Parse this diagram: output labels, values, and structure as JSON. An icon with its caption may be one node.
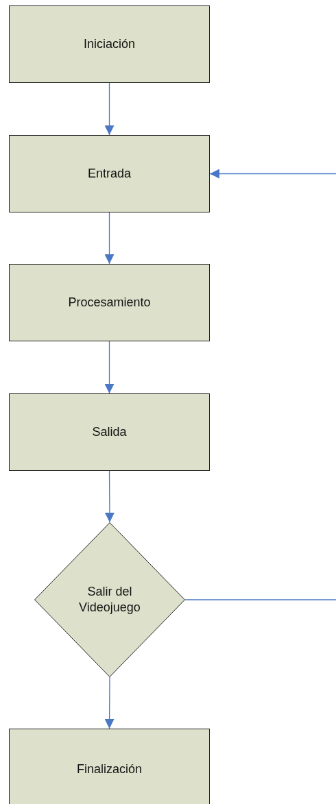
{
  "diagram": {
    "nodes": [
      {
        "text": [
          "Iniciación"
        ]
      },
      {
        "text": [
          "Entrada"
        ]
      },
      {
        "text": [
          "Procesamiento"
        ]
      },
      {
        "text": [
          "Salida"
        ]
      },
      {
        "text": [
          "Salir del Videojuego"
        ]
      },
      {
        "text": [
          "Finalización"
        ]
      }
    ],
    "edges": [
      {
        "from": 0,
        "to": 1,
        "arrow": "to"
      },
      {
        "from": 1,
        "to": 2,
        "arrow": "to"
      },
      {
        "from": 2,
        "to": 3,
        "arrow": "to"
      },
      {
        "from": 3,
        "to": 4,
        "arrow": "to"
      },
      {
        "from": 4,
        "to": 5,
        "arrow": "to"
      },
      {
        "from": 4,
        "to": 1,
        "arrow": "to"
      }
    ]
  }
}
